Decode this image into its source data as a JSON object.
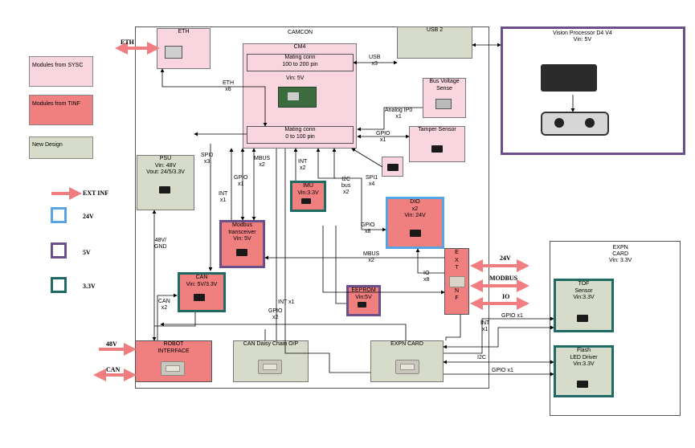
{
  "legend": {
    "sysc": "Modules from SYSC",
    "tinf": "Modules from TINF",
    "new": "New Design",
    "ext_inf": "EXT INF",
    "v24": "24V",
    "v5": "5V",
    "v33": "3.3V"
  },
  "camcon": {
    "title": "CAMCON",
    "eth": "ETH",
    "usb2": "USB 2",
    "cm4": "CM4",
    "mating_top": "Mating conn\n100 to 200 pin",
    "vin5": "Vin: 5V",
    "mating_bottom": "Mating conn\n0 to 100 pin",
    "bus_voltage": "Bus Voltage\nSense",
    "tamper": "Tamper Sensor",
    "psu": "PSU\nVin: 48V\nVout: 24/5/3.3V",
    "imu": "IMU\nVin:3.3V",
    "dio": "DIO\nx2\nVin: 24V",
    "modbus": "Modbus\ntransceiver\nVin: 5V",
    "can": "CAN\nVin: 5V/3.3V",
    "eeprom": "EEPROM\nVin:5V",
    "ext_inf_vertical": "E\nX\nT\n\nI\nN\nF",
    "robot_interface": "ROBOT\nINTERFACE",
    "can_daisy": "CAN Daisy Chain O/P",
    "expn_card": "EXPN CARD"
  },
  "vision": {
    "title": "Vision Processor D4 V4\nVin: 5V"
  },
  "expn": {
    "title": "EXPN\nCARD\nVin: 3.3V",
    "tof": "TOF\nSensor\nVin:3.3V",
    "flash": "Flash\nLED Driver\nVin:3.3V"
  },
  "external": {
    "eth": "ETH",
    "v48": "48V",
    "can": "CAN",
    "v24": "24V",
    "modbus": "MODBUS",
    "io": "IO"
  },
  "signals": {
    "usb_x3": "USB\nx3",
    "eth_x6": "ETH\nx6",
    "analog": "Analog IP0\nx1",
    "gpio_x1_tamper": "GPIO\nx1",
    "spi0": "SPI0\nx3",
    "mbus_x2_top": "MBUS\nx2",
    "gpio_x1_mod": "GPIO\nx1",
    "int_x2": "INT\nx2",
    "int_x1": "INT\nx1",
    "i2c_bus": "I2C\nbus\nx2",
    "spi1": "SPI1\nx4",
    "gpio_x8": "GPIO\nx8",
    "psu_48v": "48V/\nGND",
    "mbus_x2_mid": "MBUS\nx2",
    "io_x8": "IO\nx8",
    "can_x2": "CAN\nx2",
    "int_x1_low": "INT x1",
    "gpio_x2": "GPIO\nx2",
    "gpio_x1_tof": "GPIO x1",
    "int_x1_tof": "INT\nx1",
    "i2c": "I2C",
    "gpio_x1_flash": "GPIO x1"
  }
}
